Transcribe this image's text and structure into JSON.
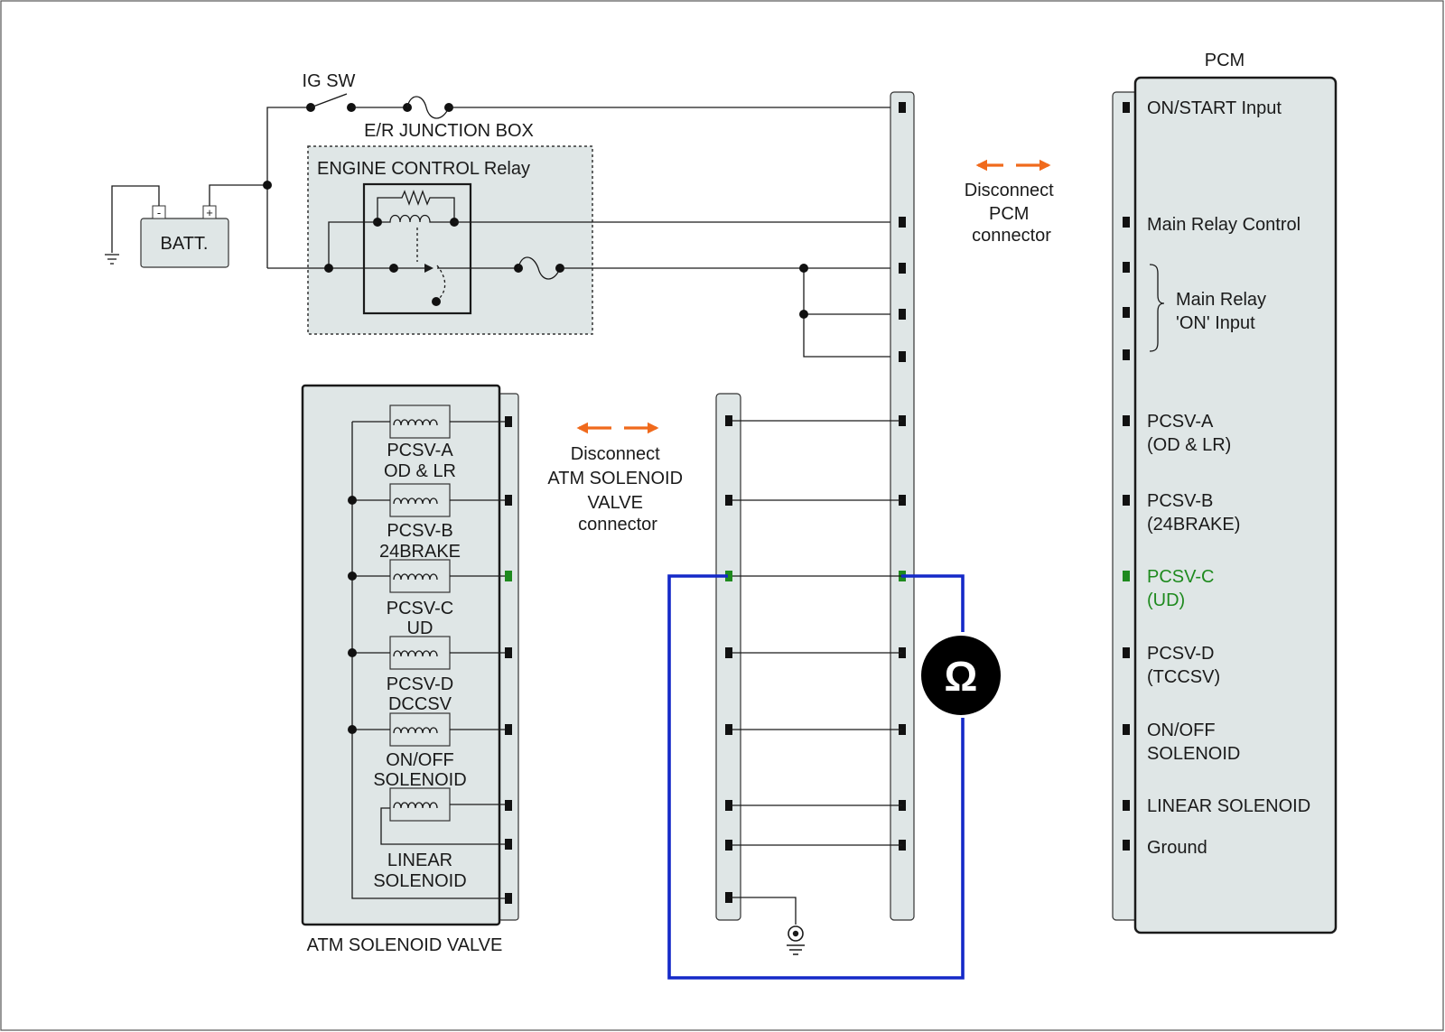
{
  "diagram": {
    "colors": {
      "panel_fill": "#dfe6e6",
      "wire": "#1a1a1a",
      "highlight": "#1e8a1e",
      "meter_lead": "#1429c8",
      "arrow": "#f06a1c"
    },
    "labels": {
      "ig_sw": "IG SW",
      "er_junction_box": "E/R JUNCTION BOX",
      "engine_control_relay": "ENGINE CONTROL Relay",
      "battery": "BATT.",
      "battery_minus": "-",
      "battery_plus": "+",
      "pcm_title": "PCM",
      "atm_solenoid_valve": "ATM SOLENOID VALVE",
      "meter_symbol": "Ω"
    },
    "disconnect_pcm": [
      "Disconnect",
      "PCM",
      "connector"
    ],
    "disconnect_atm": [
      "Disconnect",
      "ATM SOLENOID",
      "VALVE",
      "connector"
    ],
    "pcm_pins": [
      {
        "lines": [
          "ON/START Input"
        ],
        "highlight": false
      },
      {
        "lines": [
          "Main Relay Control"
        ],
        "highlight": false
      },
      {
        "lines": [
          "Main Relay",
          "'ON' Input"
        ],
        "highlight": false
      },
      {
        "lines": [
          "PCSV-A",
          "(OD & LR)"
        ],
        "highlight": false
      },
      {
        "lines": [
          "PCSV-B",
          "(24BRAKE)"
        ],
        "highlight": false
      },
      {
        "lines": [
          "PCSV-C",
          "(UD)"
        ],
        "highlight": true
      },
      {
        "lines": [
          "PCSV-D",
          "(TCCSV)"
        ],
        "highlight": false
      },
      {
        "lines": [
          "ON/OFF",
          "SOLENOID"
        ],
        "highlight": false
      },
      {
        "lines": [
          "LINEAR SOLENOID"
        ],
        "highlight": false
      },
      {
        "lines": [
          "Ground"
        ],
        "highlight": false
      }
    ],
    "solenoids": [
      {
        "lines": [
          "PCSV-A",
          "OD & LR"
        ]
      },
      {
        "lines": [
          "PCSV-B",
          "24BRAKE"
        ]
      },
      {
        "lines": [
          "PCSV-C",
          "UD"
        ]
      },
      {
        "lines": [
          "PCSV-D",
          "DCCSV"
        ]
      },
      {
        "lines": [
          "ON/OFF",
          "SOLENOID"
        ]
      },
      {
        "lines": [
          "LINEAR",
          "SOLENOID"
        ]
      }
    ]
  }
}
